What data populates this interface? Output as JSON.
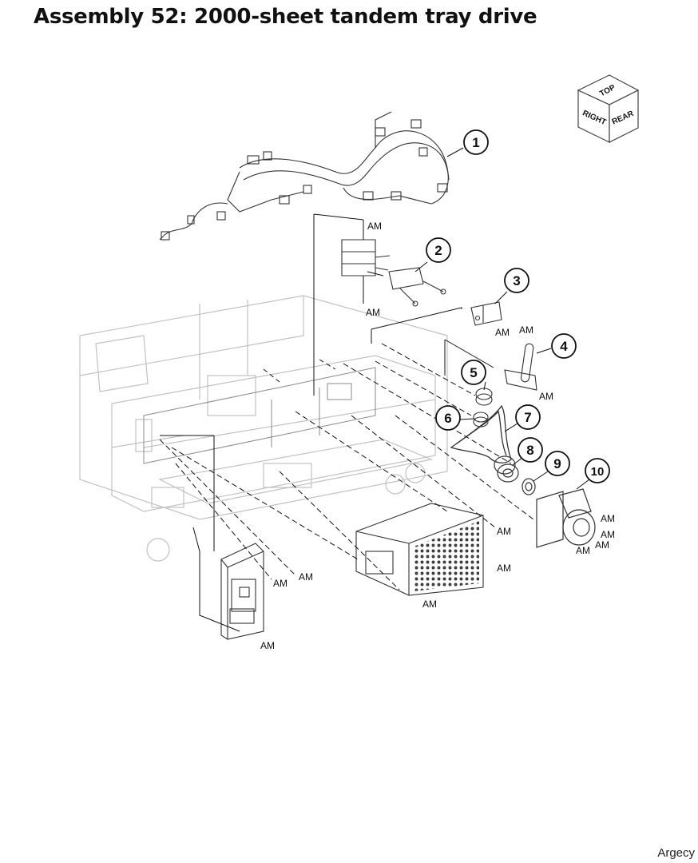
{
  "title": "Assembly 52: 2000-sheet tandem tray drive",
  "footer": "Argecy",
  "orientation_cube": {
    "top": "TOP",
    "right": "RIGHT",
    "rear": "REAR"
  },
  "callouts": [
    "1",
    "2",
    "3",
    "4",
    "5",
    "6",
    "7",
    "8",
    "9",
    "10"
  ],
  "am_label": "AM"
}
